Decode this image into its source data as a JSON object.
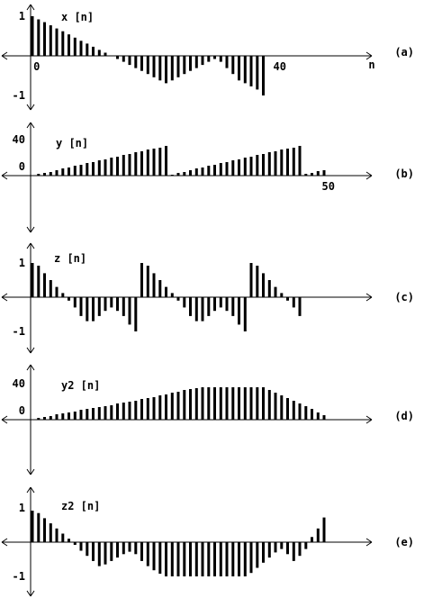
{
  "chart_data": [
    {
      "type": "bar",
      "panel_label": "(a)",
      "series_label": "x [n]",
      "x": [
        0,
        1,
        2,
        3,
        4,
        5,
        6,
        7,
        8,
        9,
        10,
        11,
        12,
        13,
        14,
        15,
        16,
        17,
        18,
        19,
        20,
        21,
        22,
        23,
        24,
        25,
        26,
        27,
        28,
        29,
        30,
        31,
        32,
        33,
        34,
        35,
        36,
        37,
        38
      ],
      "values": [
        1.0,
        0.92,
        0.85,
        0.77,
        0.69,
        0.62,
        0.54,
        0.46,
        0.38,
        0.31,
        0.23,
        0.15,
        0.08,
        0.0,
        -0.08,
        -0.15,
        -0.23,
        -0.31,
        -0.38,
        -0.46,
        -0.54,
        -0.62,
        -0.69,
        -0.62,
        -0.54,
        -0.46,
        -0.38,
        -0.31,
        -0.23,
        -0.15,
        -0.08,
        -0.15,
        -0.31,
        -0.46,
        -0.62,
        -0.69,
        -0.77,
        -0.85,
        -1.0
      ],
      "ylim": [
        -1.3,
        1.3
      ],
      "xlim": [
        -4,
        55
      ],
      "y_ticks": [
        {
          "value": 1,
          "label": "1"
        },
        {
          "value": -1,
          "label": "-1"
        }
      ],
      "x_ticks": [
        {
          "value": 1,
          "label": "0"
        },
        {
          "value": 41,
          "label": "40"
        }
      ],
      "x_axis_name": "n"
    },
    {
      "type": "bar",
      "panel_label": "(b)",
      "series_label": "y [n]",
      "x": [
        1,
        2,
        3,
        4,
        5,
        6,
        7,
        8,
        9,
        10,
        11,
        12,
        13,
        14,
        15,
        16,
        17,
        18,
        19,
        20,
        21,
        22,
        23,
        24,
        25,
        26,
        27,
        28,
        29,
        30,
        31,
        32,
        33,
        34,
        35,
        36,
        37,
        38,
        39,
        40,
        41,
        42,
        43,
        44,
        45,
        46,
        47,
        48
      ],
      "values": [
        2,
        3,
        4,
        6,
        8,
        9,
        11,
        12,
        14,
        15,
        17,
        18,
        20,
        21,
        23,
        24,
        26,
        27,
        29,
        30,
        31,
        33,
        1,
        3,
        4,
        6,
        8,
        9,
        11,
        12,
        14,
        15,
        17,
        18,
        20,
        21,
        23,
        24,
        26,
        27,
        29,
        30,
        31,
        33,
        2,
        3,
        5,
        6
      ],
      "ylim": [
        -55,
        55
      ],
      "xlim": [
        -4,
        55
      ],
      "y_ticks": [
        {
          "value": 40,
          "label": "40"
        },
        {
          "value": 0,
          "label": "0"
        }
      ],
      "x_ticks": [
        {
          "value": 49,
          "label": "50"
        }
      ]
    },
    {
      "type": "bar",
      "panel_label": "(c)",
      "series_label": "z [n]",
      "x": [
        0,
        1,
        2,
        3,
        4,
        5,
        6,
        7,
        8,
        9,
        10,
        11,
        12,
        13,
        14,
        15,
        16,
        17,
        18,
        19,
        20,
        21,
        22,
        23,
        24,
        25,
        26,
        27,
        28,
        29,
        30,
        31,
        32,
        33,
        34,
        35,
        36,
        37,
        38,
        39,
        40,
        41,
        42,
        43,
        44,
        45,
        46,
        47,
        48
      ],
      "values": [
        1.0,
        0.92,
        0.7,
        0.5,
        0.3,
        0.12,
        -0.1,
        -0.3,
        -0.55,
        -0.7,
        -0.7,
        -0.55,
        -0.4,
        -0.3,
        -0.4,
        -0.55,
        -0.8,
        -1.0,
        1.0,
        0.92,
        0.7,
        0.5,
        0.3,
        0.12,
        -0.1,
        -0.3,
        -0.55,
        -0.7,
        -0.7,
        -0.55,
        -0.4,
        -0.3,
        -0.4,
        -0.55,
        -0.8,
        -1.0,
        1.0,
        0.92,
        0.7,
        0.5,
        0.3,
        0.12,
        -0.1,
        -0.3,
        -0.55
      ],
      "ylim": [
        -1.3,
        1.3
      ],
      "xlim": [
        -4,
        55
      ],
      "y_ticks": [
        {
          "value": 1,
          "label": "1"
        },
        {
          "value": -1,
          "label": "-1"
        }
      ],
      "x_ticks": []
    },
    {
      "type": "bar",
      "panel_label": "(d)",
      "series_label": "y2 [n]",
      "x": [
        1,
        2,
        3,
        4,
        5,
        6,
        7,
        8,
        9,
        10,
        11,
        12,
        13,
        14,
        15,
        16,
        17,
        18,
        19,
        20,
        21,
        22,
        23,
        24,
        25,
        26,
        27,
        28,
        29,
        30,
        31,
        32,
        33,
        34,
        35,
        36,
        37,
        38,
        39,
        40,
        41,
        42,
        43,
        44,
        45,
        46,
        47,
        48
      ],
      "values": [
        2,
        3,
        4,
        6,
        7,
        8,
        9,
        11,
        12,
        13,
        14,
        15,
        16,
        18,
        19,
        20,
        21,
        23,
        24,
        25,
        27,
        28,
        30,
        31,
        33,
        34,
        35,
        36,
        36,
        36,
        36,
        36,
        36,
        36,
        36,
        36,
        36,
        36,
        33,
        30,
        27,
        24,
        21,
        18,
        15,
        12,
        8,
        5
      ],
      "ylim": [
        -55,
        55
      ],
      "xlim": [
        -4,
        55
      ],
      "y_ticks": [
        {
          "value": 40,
          "label": "40"
        },
        {
          "value": 0,
          "label": "0"
        }
      ],
      "x_ticks": []
    },
    {
      "type": "bar",
      "panel_label": "(e)",
      "series_label": "z2 [n]",
      "x": [
        0,
        1,
        2,
        3,
        4,
        5,
        6,
        7,
        8,
        9,
        10,
        11,
        12,
        13,
        14,
        15,
        16,
        17,
        18,
        19,
        20,
        21,
        22,
        23,
        24,
        25,
        26,
        27,
        28,
        29,
        30,
        31,
        32,
        33,
        34,
        35,
        36,
        37,
        38,
        39,
        40,
        41,
        42,
        43,
        44,
        45,
        46,
        47,
        48
      ],
      "values": [
        0.92,
        0.85,
        0.7,
        0.55,
        0.4,
        0.25,
        0.1,
        -0.08,
        -0.25,
        -0.4,
        -0.55,
        -0.7,
        -0.65,
        -0.55,
        -0.45,
        -0.35,
        -0.28,
        -0.35,
        -0.55,
        -0.7,
        -0.82,
        -0.92,
        -1.0,
        -1.0,
        -1.0,
        -1.0,
        -1.0,
        -1.0,
        -1.0,
        -1.0,
        -1.0,
        -1.0,
        -1.0,
        -1.0,
        -1.0,
        -1.0,
        -0.9,
        -0.75,
        -0.6,
        -0.45,
        -0.3,
        -0.2,
        -0.35,
        -0.55,
        -0.4,
        -0.2,
        0.15,
        0.4,
        0.72
      ],
      "ylim": [
        -1.3,
        1.3
      ],
      "xlim": [
        -4,
        55
      ],
      "y_ticks": [
        {
          "value": 1,
          "label": "1"
        },
        {
          "value": -1,
          "label": "-1"
        }
      ],
      "x_ticks": []
    }
  ]
}
